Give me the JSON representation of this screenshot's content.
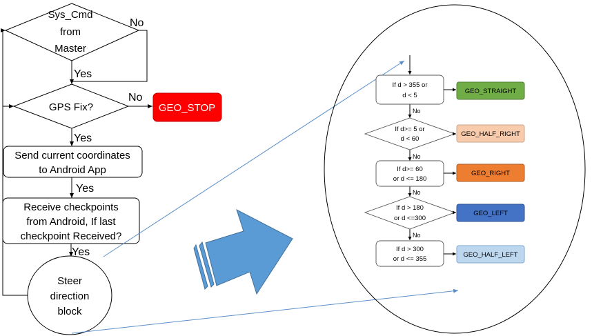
{
  "left_flow": {
    "sys_cmd": [
      "Sys_Cmd",
      "from",
      "Master"
    ],
    "gps_fix": "GPS Fix?",
    "geo_stop": "GEO_STOP",
    "send_coords": [
      "Send current coordinates",
      "to Android  App"
    ],
    "receive_cp": [
      "Receive checkpoints",
      "from Android,  If last",
      "checkpoint Received?"
    ],
    "steer": [
      "Steer",
      "direction",
      "block"
    ],
    "yes": "Yes",
    "no": "No"
  },
  "right_flow": {
    "conditions": [
      [
        "If d > 355 or",
        "d < 5"
      ],
      [
        "If d>= 5 or",
        "d < 60"
      ],
      [
        "If d>= 60",
        "or d <= 180"
      ],
      [
        "If d > 180",
        "or d <=300"
      ],
      [
        "If d > 300",
        "or d <= 355"
      ]
    ],
    "outputs": [
      "GEO_STRAIGHT",
      "GEO_HALF_RIGHT",
      "GEO_RIGHT",
      "GEO_LEFT",
      "GEO_HALF_LEFT"
    ],
    "no": "No"
  },
  "colors": {
    "geo_stop": "#ff0000",
    "geo_straight": "#70ad47",
    "geo_half_right": "#f8cbad",
    "geo_right": "#ed7d31",
    "geo_left": "#4472c4",
    "geo_half_left": "#bdd7ee",
    "arrow": "#5b9bd5",
    "connector": "#5b8fc9"
  }
}
